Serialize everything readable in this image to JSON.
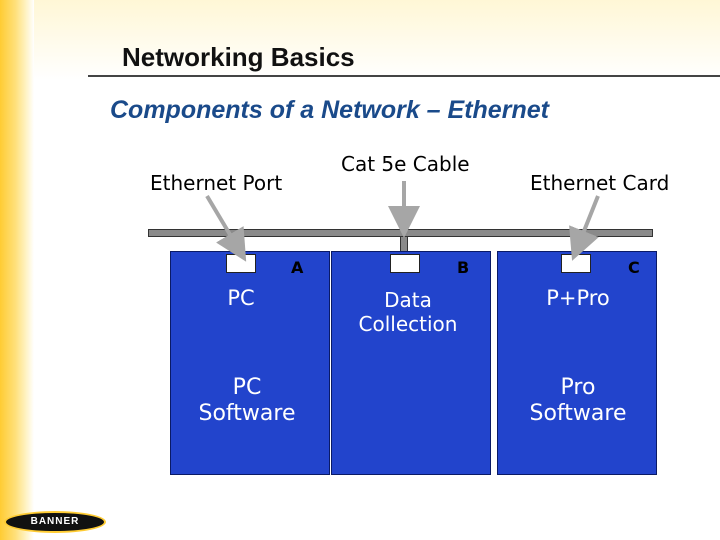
{
  "header": {
    "title": "Networking Basics",
    "subtitle": "Components of a Network – Ethernet"
  },
  "callouts": {
    "port": "Ethernet Port",
    "cable": "Cat 5e Cable",
    "card": "Ethernet Card"
  },
  "nodes": [
    {
      "letter": "A",
      "upper": "PC",
      "lower": [
        "PC",
        "Software"
      ]
    },
    {
      "letter": "B",
      "upper": [
        "Data",
        "Collection"
      ],
      "lower": []
    },
    {
      "letter": "C",
      "upper": "P+Pro",
      "lower": [
        "Pro",
        "Software"
      ]
    }
  ],
  "logo": {
    "text": "BANNER"
  },
  "colors": {
    "node_fill": "#2244cc",
    "subtitle": "#1a4a8a",
    "accent_band": "#ffcc33"
  }
}
